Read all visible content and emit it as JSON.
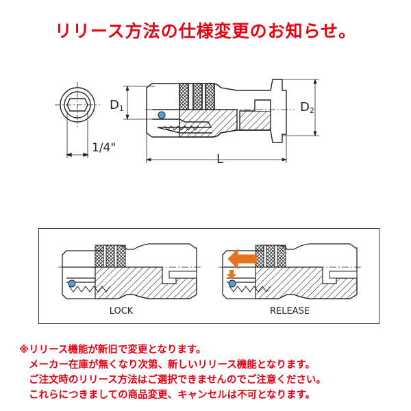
{
  "title": "リリース方法の仕様変更のお知らせ。",
  "top_diagram": {
    "label_d1_main": "D",
    "label_d1_sub": "1",
    "label_d2_main": "D",
    "label_d2_sub": "2",
    "label_square": "1/4\"",
    "label_length": "L"
  },
  "panel": {
    "lock_label": "LOCK",
    "release_label": "RELEASE",
    "arrow_color": "#e8731e"
  },
  "notice": {
    "line1": "※リリース機能が新旧で変更となります。",
    "line2": "メーカー在庫が無くなり次第、新しいリリース機能となります。",
    "line3": "ご注文時のリリース方法はご選択できませんのでご注意ください。",
    "line4": "これらにつきましての商品変更、キャンセルは不可となります。"
  },
  "colors": {
    "notice_red": "#e60012",
    "line": "#222222"
  }
}
